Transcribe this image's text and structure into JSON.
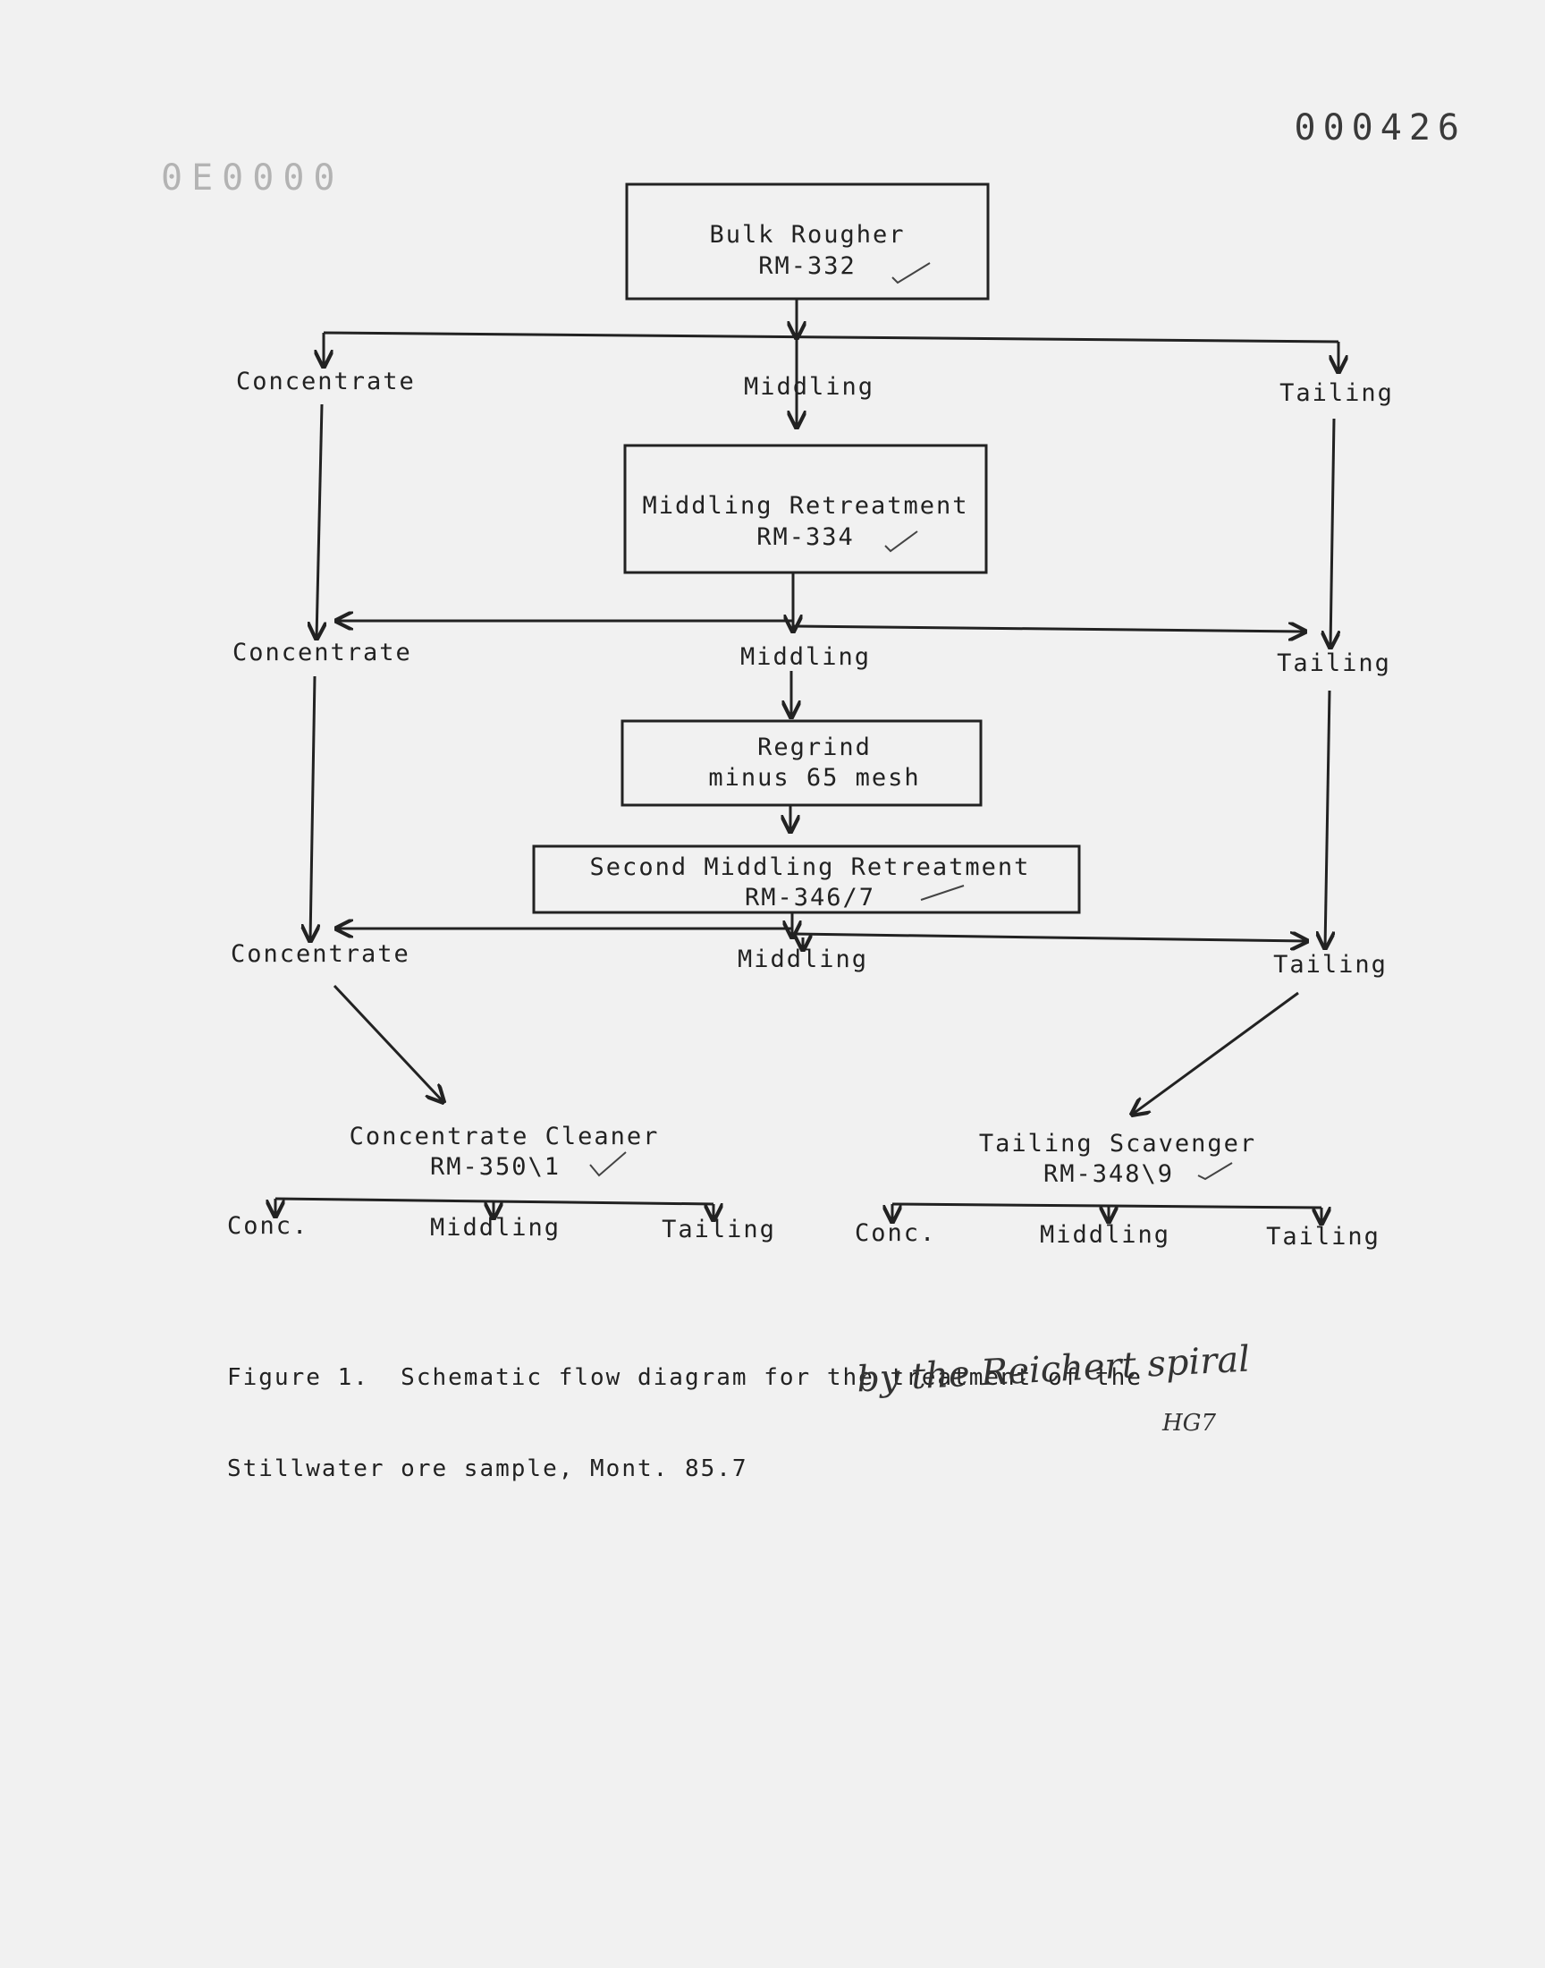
{
  "page_number": "000426",
  "stamp_number": "0E0000",
  "process": {
    "bulk_rougher": {
      "title": "Bulk Rougher",
      "code": "RM-332"
    },
    "stage1_outputs": [
      "Concentrate",
      "Middling",
      "Tailing"
    ],
    "middling_retreatment": {
      "title": "Middling Retreatment",
      "code": "RM-334"
    },
    "stage2_outputs": [
      "Concentrate",
      "Middling",
      "Tailing"
    ],
    "regrind": {
      "title": "Regrind",
      "detail": "minus 65 mesh"
    },
    "second_middling_retreatment": {
      "title": "Second Middling Retreatment",
      "code": "RM-346/7"
    },
    "stage3_outputs": [
      "Concentrate",
      "Middling",
      "Tailing"
    ],
    "concentrate_cleaner": {
      "title": "Concentrate Cleaner",
      "code": "RM-350\\1"
    },
    "cleaner_outputs": [
      "Conc.",
      "Middling",
      "Tailing"
    ],
    "tailing_scavenger": {
      "title": "Tailing Scavenger",
      "code": "RM-348\\9"
    },
    "scavenger_outputs": [
      "Conc.",
      "Middling",
      "Tailing"
    ]
  },
  "caption": {
    "line1": "Figure 1.  Schematic flow diagram for the treatment of the",
    "line2": "Stillwater ore sample, Mont. 85.7"
  },
  "handwritten_note": {
    "text": "by the Reichert spiral",
    "initials": "HG7"
  }
}
